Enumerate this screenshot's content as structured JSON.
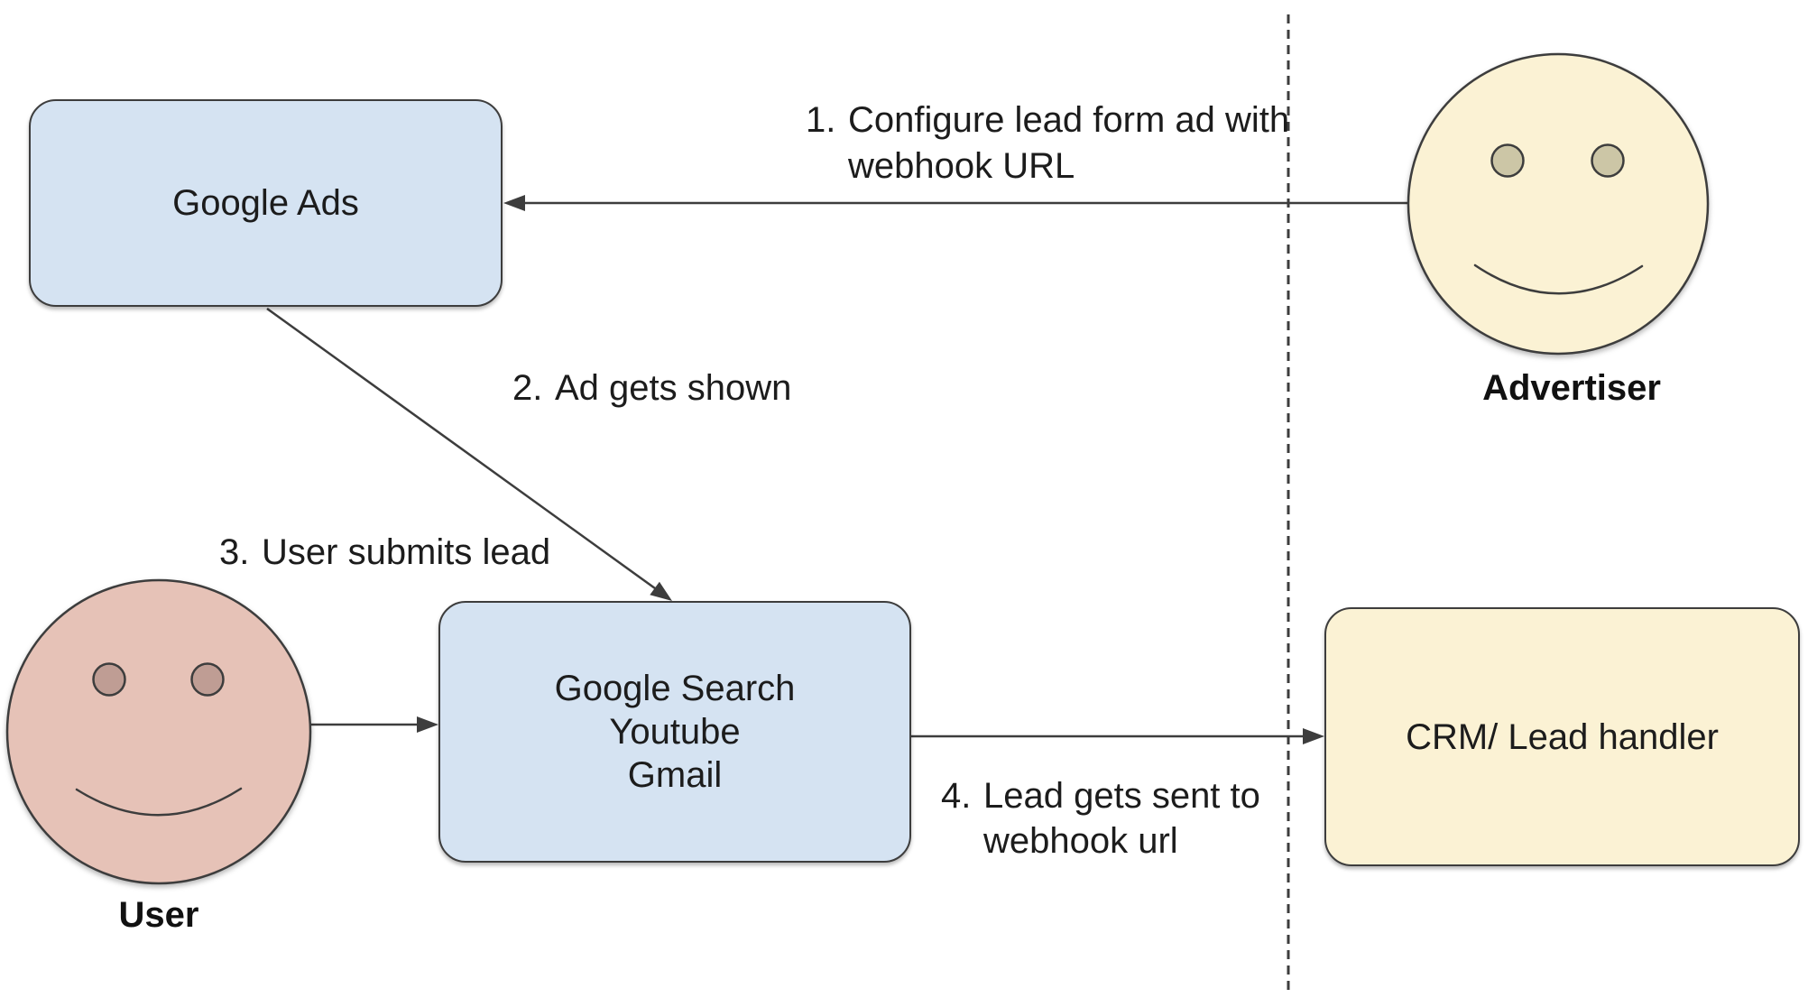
{
  "colors": {
    "box_blue": "#d5e3f2",
    "box_yellow": "#fbf2d4",
    "user_face": "#e6c2b7",
    "user_eyes": "#bf9d94",
    "advertiser_face": "#fbf2d4",
    "advertiser_eyes": "#ccc6a6",
    "line_stroke": "#3d3d3d"
  },
  "nodes": {
    "google_ads": {
      "label": "Google Ads"
    },
    "google_surfaces": {
      "lines": [
        "Google Search",
        "Youtube",
        "Gmail"
      ]
    },
    "crm": {
      "label": "CRM/ Lead handler"
    },
    "advertiser": {
      "label": "Advertiser"
    },
    "user": {
      "label": "User"
    }
  },
  "steps": [
    {
      "num": "1.",
      "lines": [
        "Configure lead form ad with",
        "webhook URL"
      ]
    },
    {
      "num": "2.",
      "lines": [
        "Ad gets shown"
      ]
    },
    {
      "num": "3.",
      "lines": [
        "User submits lead"
      ]
    },
    {
      "num": "4.",
      "lines": [
        "Lead gets sent to",
        "webhook url"
      ]
    }
  ]
}
